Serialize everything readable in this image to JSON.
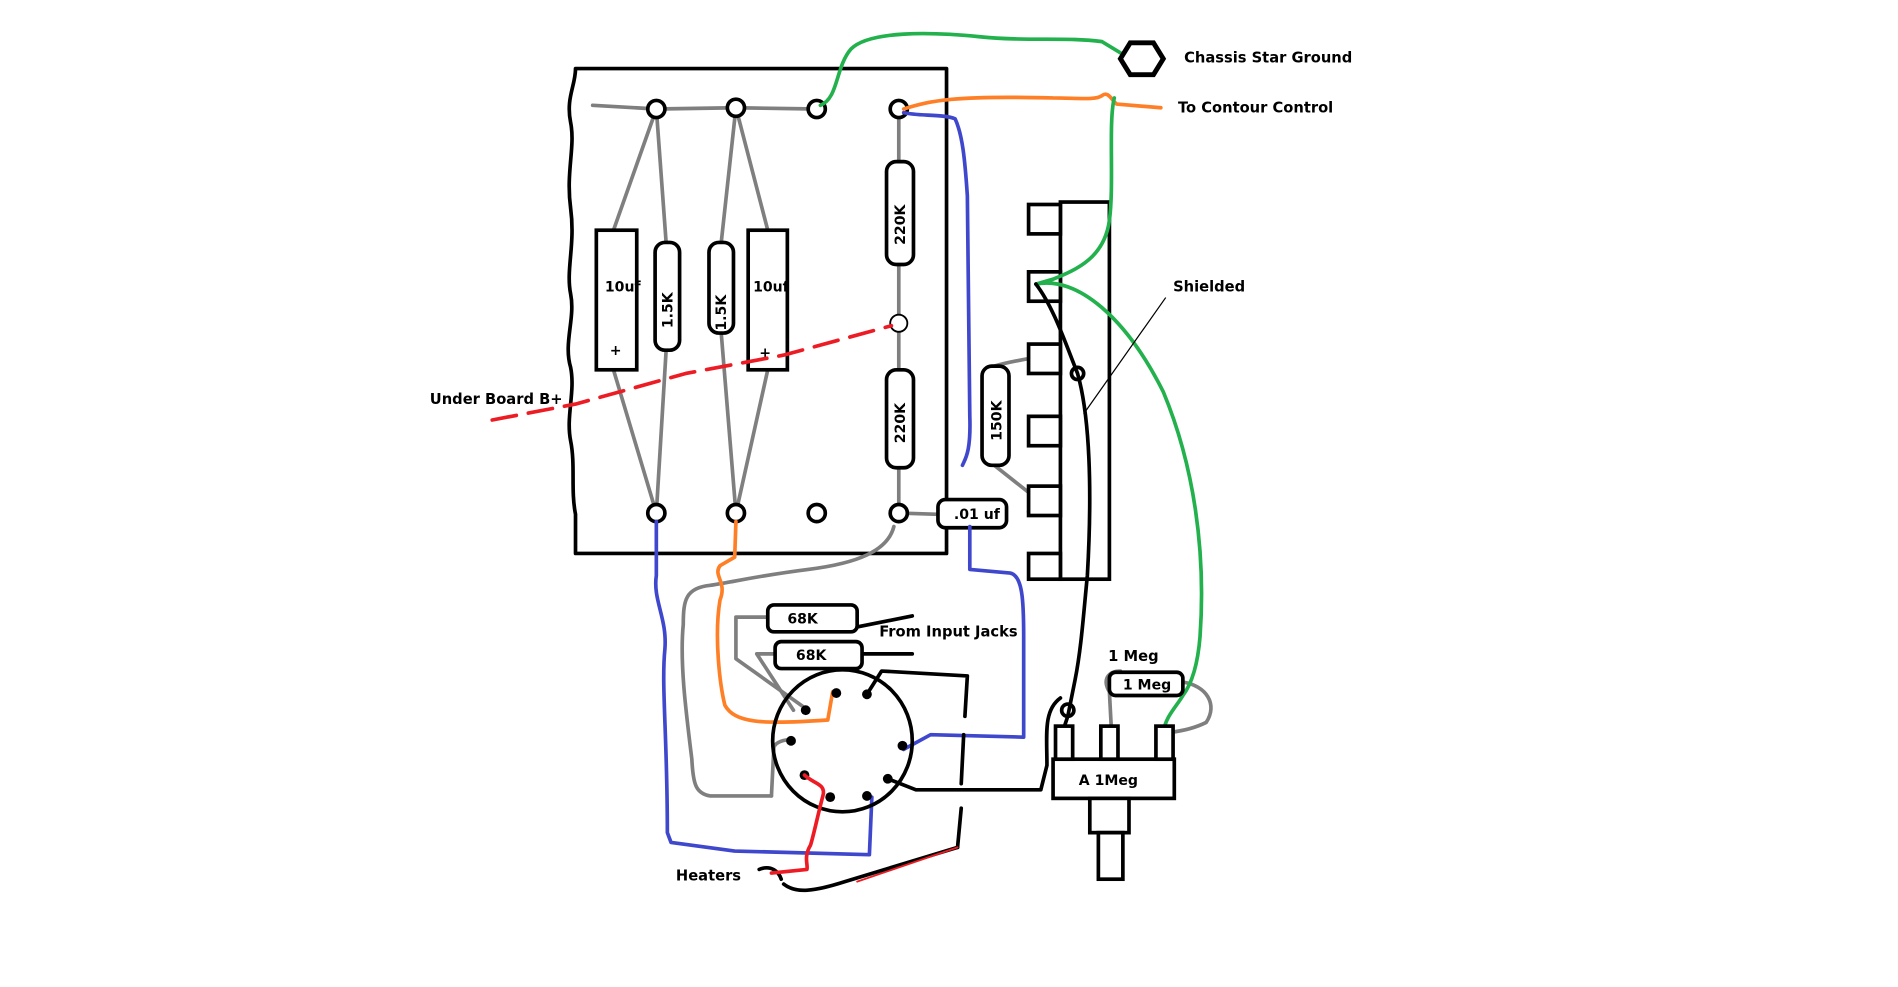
{
  "colors": {
    "ground": "#22b14c",
    "contour": "#ff7f27",
    "signal_blue": "#3f48cc",
    "bplus": "#ed1c24",
    "lead": "#7f7f7f",
    "outline": "#000000"
  },
  "labels": {
    "chassis_star_ground": "Chassis Star Ground",
    "to_contour_control": "To Contour Control",
    "shielded": "Shielded",
    "under_board_bplus": "Under Board B+",
    "from_input_jacks": "From Input Jacks",
    "heaters": "Heaters",
    "resistor_1meg_label": "1 Meg"
  },
  "components": {
    "cap_left": {
      "value": "10uf",
      "polarity": "+"
    },
    "res_left": {
      "value": "1.5K"
    },
    "res_mid": {
      "value": "1.5K"
    },
    "cap_right": {
      "value": "10uf",
      "polarity": "+"
    },
    "res_220k_top": {
      "value": "220K"
    },
    "res_220k_bottom": {
      "value": "220K"
    },
    "res_150k": {
      "value": "150K"
    },
    "cap_coupling": {
      "value": ".01 uf"
    },
    "res_68k_a": {
      "value": "68K"
    },
    "res_68k_b": {
      "value": "68K"
    },
    "res_1meg": {
      "value": "1 Meg"
    },
    "pot": {
      "value": "A 1Meg"
    }
  }
}
